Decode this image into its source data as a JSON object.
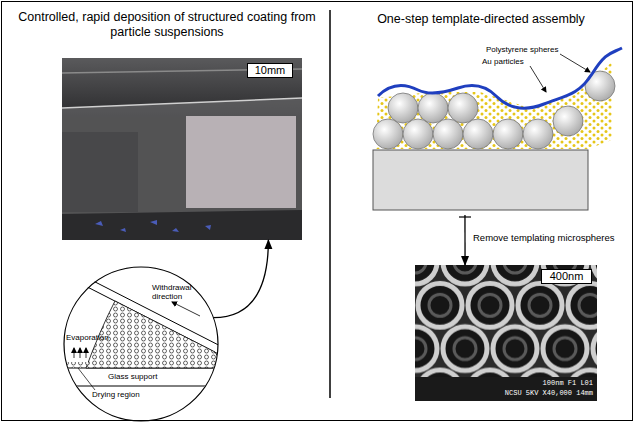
{
  "diagram": {
    "nodes": [
      {
        "text": [
          "Controlled, rapid deposition of structured coating from particle suspensions"
        ]
      },
      {
        "text": [
          "10mm"
        ],
        "in": 0
      },
      {
        "text": [
          "Withdrawal direction",
          "Evaporation",
          "Glass support",
          "Drying region"
        ],
        "in": 0
      },
      {
        "text": [
          "One-step template-directed assembly"
        ]
      },
      {
        "text": [
          "Polystyrene spheres",
          "Au particles"
        ],
        "in": 3
      },
      {
        "text": [
          "400nm",
          "100nm F1 L01",
          "NCSU 5KV X40,000 14mm"
        ],
        "in": 3
      }
    ],
    "edges": [
      {
        "from": 2,
        "to": 1,
        "arrow": "to"
      },
      {
        "from": 4,
        "to": 5,
        "arrow": "to",
        "label": "Remove templating microspheres"
      }
    ]
  }
}
